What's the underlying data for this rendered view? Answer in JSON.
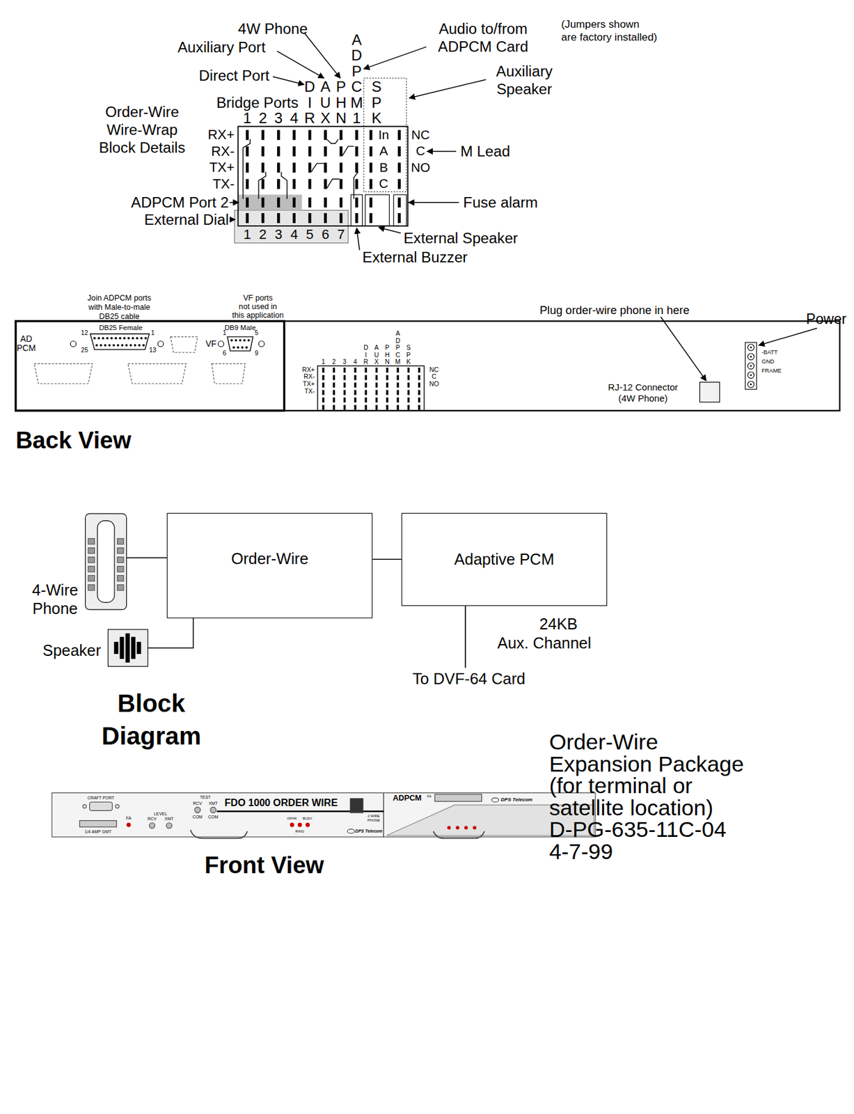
{
  "diagram": {
    "caption": "Order-Wire Expansion Package (for terminal or satellite location)",
    "nodes": [
      {
        "text": [
          "4-Wire Phone"
        ]
      },
      {
        "text": [
          "Order-Wire"
        ]
      },
      {
        "text": [
          "Adaptive PCM"
        ]
      },
      {
        "text": [
          "Speaker"
        ]
      }
    ],
    "edges": [
      {
        "from": 0,
        "to": 1,
        "arrow": "none"
      },
      {
        "from": 1,
        "to": 2,
        "arrow": "none"
      },
      {
        "from": 3,
        "to": 1,
        "arrow": "none"
      }
    ],
    "labels": [
      "4W Phone",
      "Auxiliary Port",
      "Direct Port",
      "Bridge Ports",
      "Order-Wire Wire-Wrap Block Details",
      "A",
      "D",
      "P",
      "D",
      "A",
      "P",
      "C",
      "S",
      "I",
      "U",
      "H",
      "M",
      "P",
      "1",
      "2",
      "3",
      "4",
      "R",
      "X",
      "N",
      "1",
      "K",
      "Audio to/from ADPCM Card",
      "(Jumpers shown",
      "are factory installed)",
      "Auxiliary Speaker",
      "RX+",
      "RX-",
      "TX+",
      "TX-",
      "In",
      "A",
      "B",
      "C",
      "NC",
      "C",
      "NO",
      "M Lead",
      "ADPCM Port 2",
      "External Dial",
      "Fuse alarm",
      "1",
      "2",
      "3",
      "4",
      "5",
      "6",
      "7",
      "External Speaker",
      "External Buzzer",
      "Join ADPCM ports with Male-to-male DB25 cable",
      "VF ports",
      "not used in",
      "this application",
      "DB25 Female",
      "AD",
      "PCM",
      "12",
      "1",
      "25",
      "13",
      "VF",
      "DB9 Male",
      "1",
      "5",
      "6",
      "9",
      "A",
      "D",
      "D",
      "A",
      "P",
      "P",
      "S",
      "I",
      "U",
      "H",
      "C",
      "P",
      "1",
      "2",
      "3",
      "4",
      "R",
      "X",
      "N",
      "M",
      "K",
      "RX+",
      "RX-",
      "TX+",
      "TX-",
      "NC",
      "C",
      "NO",
      "Plug order-wire phone in here",
      "Power",
      "RJ-12 Connector (4W Phone)",
      "-BATT",
      "GND",
      "FRAME",
      "Back View",
      "24KB",
      "Aux. Channel",
      "To DVF-64 Card",
      "Block Diagram",
      "D-PG-635-11C-04",
      "4-7-99",
      "CRAFT PORT",
      "1/4 AMP GMT",
      "FA",
      "LEVEL",
      "RCV",
      "XMT",
      "TEST",
      "RCV",
      "XMT",
      "COM",
      "COM",
      "FDO 1000 ORDER WIRE",
      "OFHK",
      "BUSY",
      "RING",
      "2 WIRE PHONE",
      "DPS Telecom",
      "ADPCM",
      "FA",
      "DPS Telecom",
      "Front View"
    ]
  }
}
